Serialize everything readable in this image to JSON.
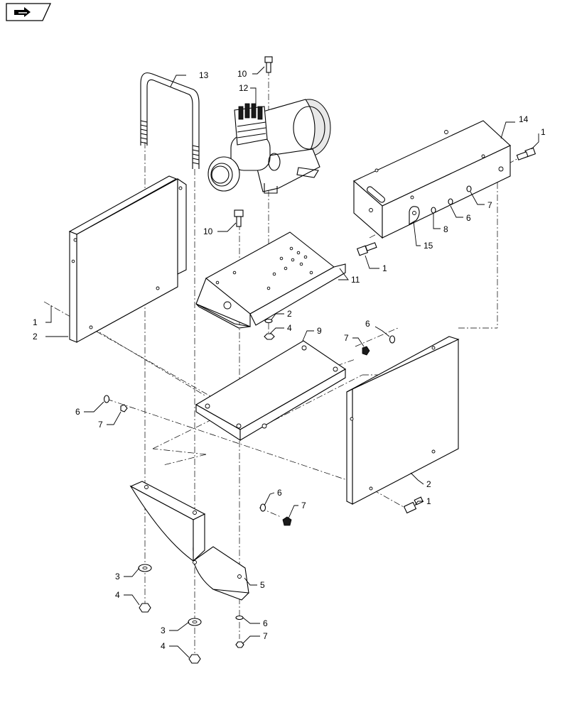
{
  "nav": {
    "icon": "page-arrow-icon"
  },
  "callouts": [
    {
      "id": "c13",
      "text": "13"
    },
    {
      "id": "c10a",
      "text": "10"
    },
    {
      "id": "c12",
      "text": "12"
    },
    {
      "id": "c14",
      "text": "14"
    },
    {
      "id": "c1a",
      "text": "1"
    },
    {
      "id": "c7a",
      "text": "7"
    },
    {
      "id": "c6a",
      "text": "6"
    },
    {
      "id": "c8",
      "text": "8"
    },
    {
      "id": "c15",
      "text": "15"
    },
    {
      "id": "c1b",
      "text": "1"
    },
    {
      "id": "c10b",
      "text": "10"
    },
    {
      "id": "c11",
      "text": "11"
    },
    {
      "id": "c1c",
      "text": "1"
    },
    {
      "id": "c2a",
      "text": "2"
    },
    {
      "id": "c2b",
      "text": "2"
    },
    {
      "id": "c4a",
      "text": "4"
    },
    {
      "id": "c9",
      "text": "9"
    },
    {
      "id": "c6b",
      "text": "6"
    },
    {
      "id": "c7b",
      "text": "7"
    },
    {
      "id": "c6c",
      "text": "6"
    },
    {
      "id": "c7c",
      "text": "7"
    },
    {
      "id": "c2c",
      "text": "2"
    },
    {
      "id": "c1d",
      "text": "1"
    },
    {
      "id": "c6d",
      "text": "6"
    },
    {
      "id": "c7d",
      "text": "7"
    },
    {
      "id": "c3a",
      "text": "3"
    },
    {
      "id": "c5",
      "text": "5"
    },
    {
      "id": "c4b",
      "text": "4"
    },
    {
      "id": "c6e",
      "text": "6"
    },
    {
      "id": "c3b",
      "text": "3"
    },
    {
      "id": "c7e",
      "text": "7"
    },
    {
      "id": "c4c",
      "text": "4"
    }
  ]
}
